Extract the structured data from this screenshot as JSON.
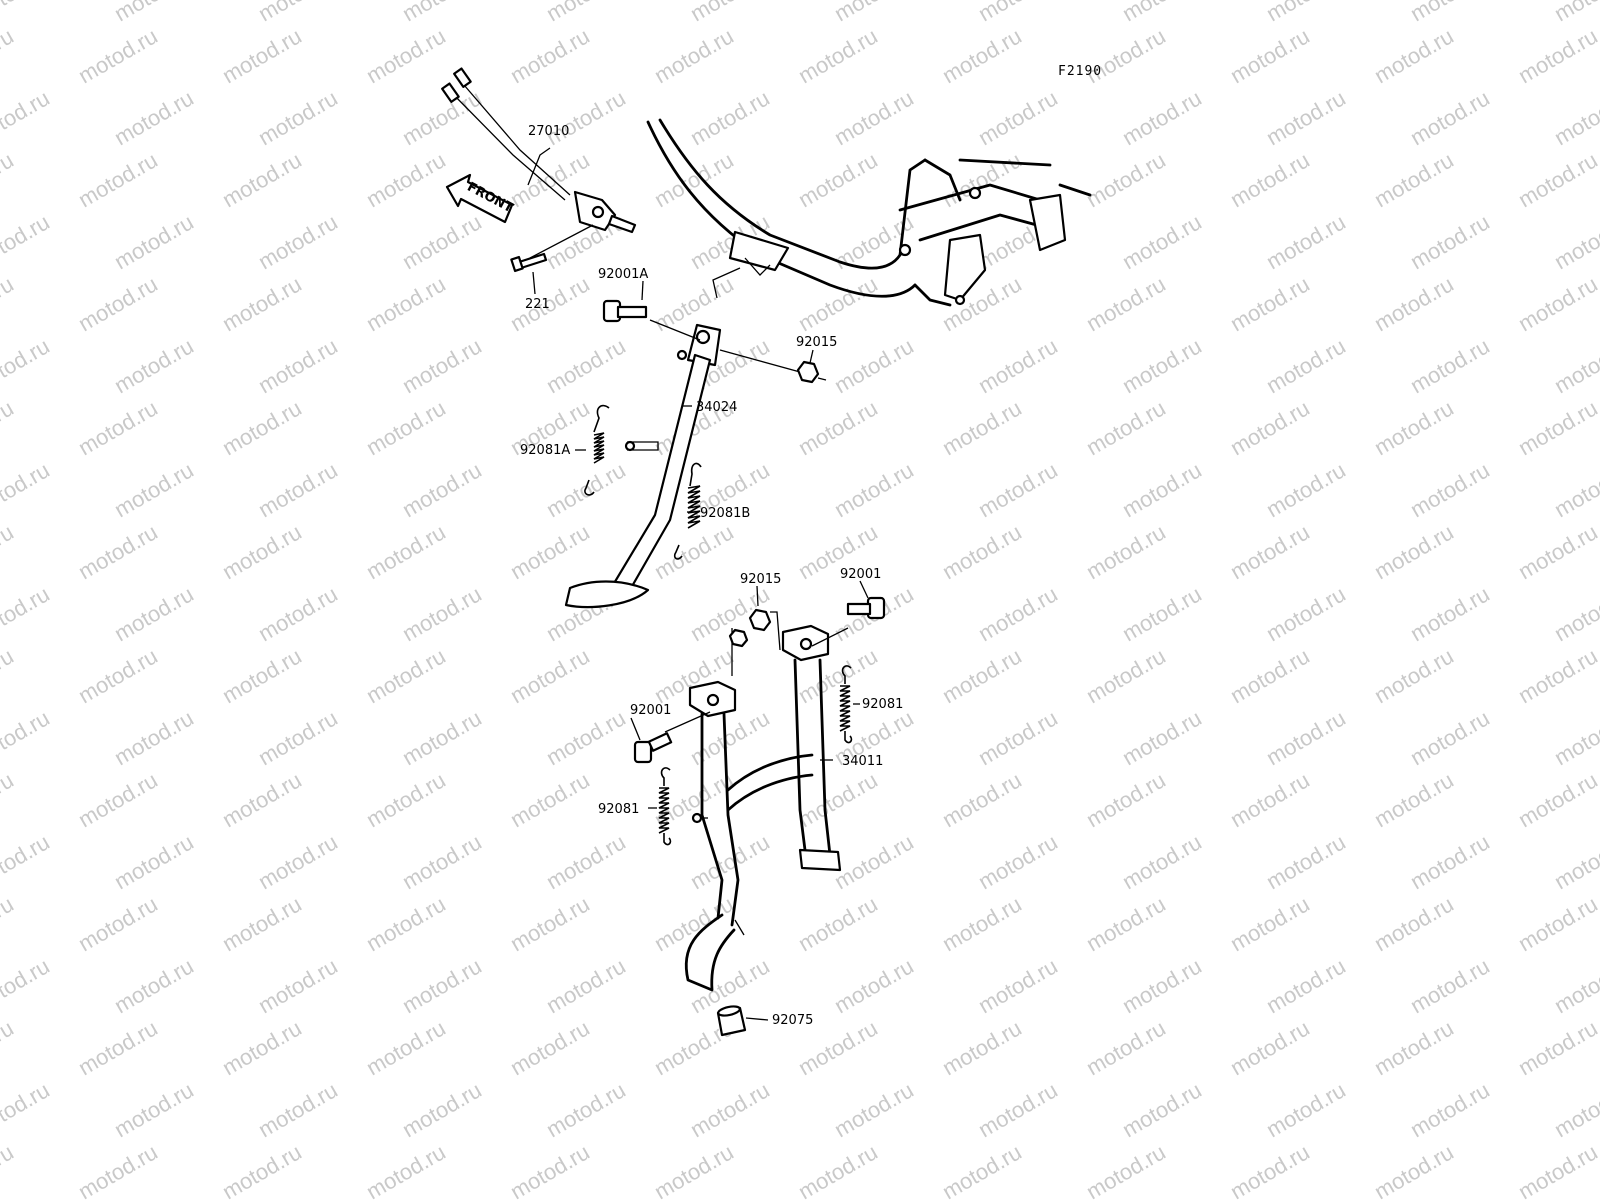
{
  "watermark": "motod.ru",
  "figure_code": "F2190",
  "front_arrow": "FRONT",
  "labels": {
    "switch": "27010",
    "screw": "221",
    "pivot_bolt_side": "92001A",
    "nut_side": "92015",
    "side_stand": "34024",
    "spring_a": "92081A",
    "spring_b": "92081B",
    "nut_center": "92015",
    "bolt_center_right": "92001",
    "spring_center_right": "92081",
    "bolt_center_left": "92001",
    "center_stand": "34011",
    "spring_center_left": "92081",
    "rubber": "92075"
  }
}
